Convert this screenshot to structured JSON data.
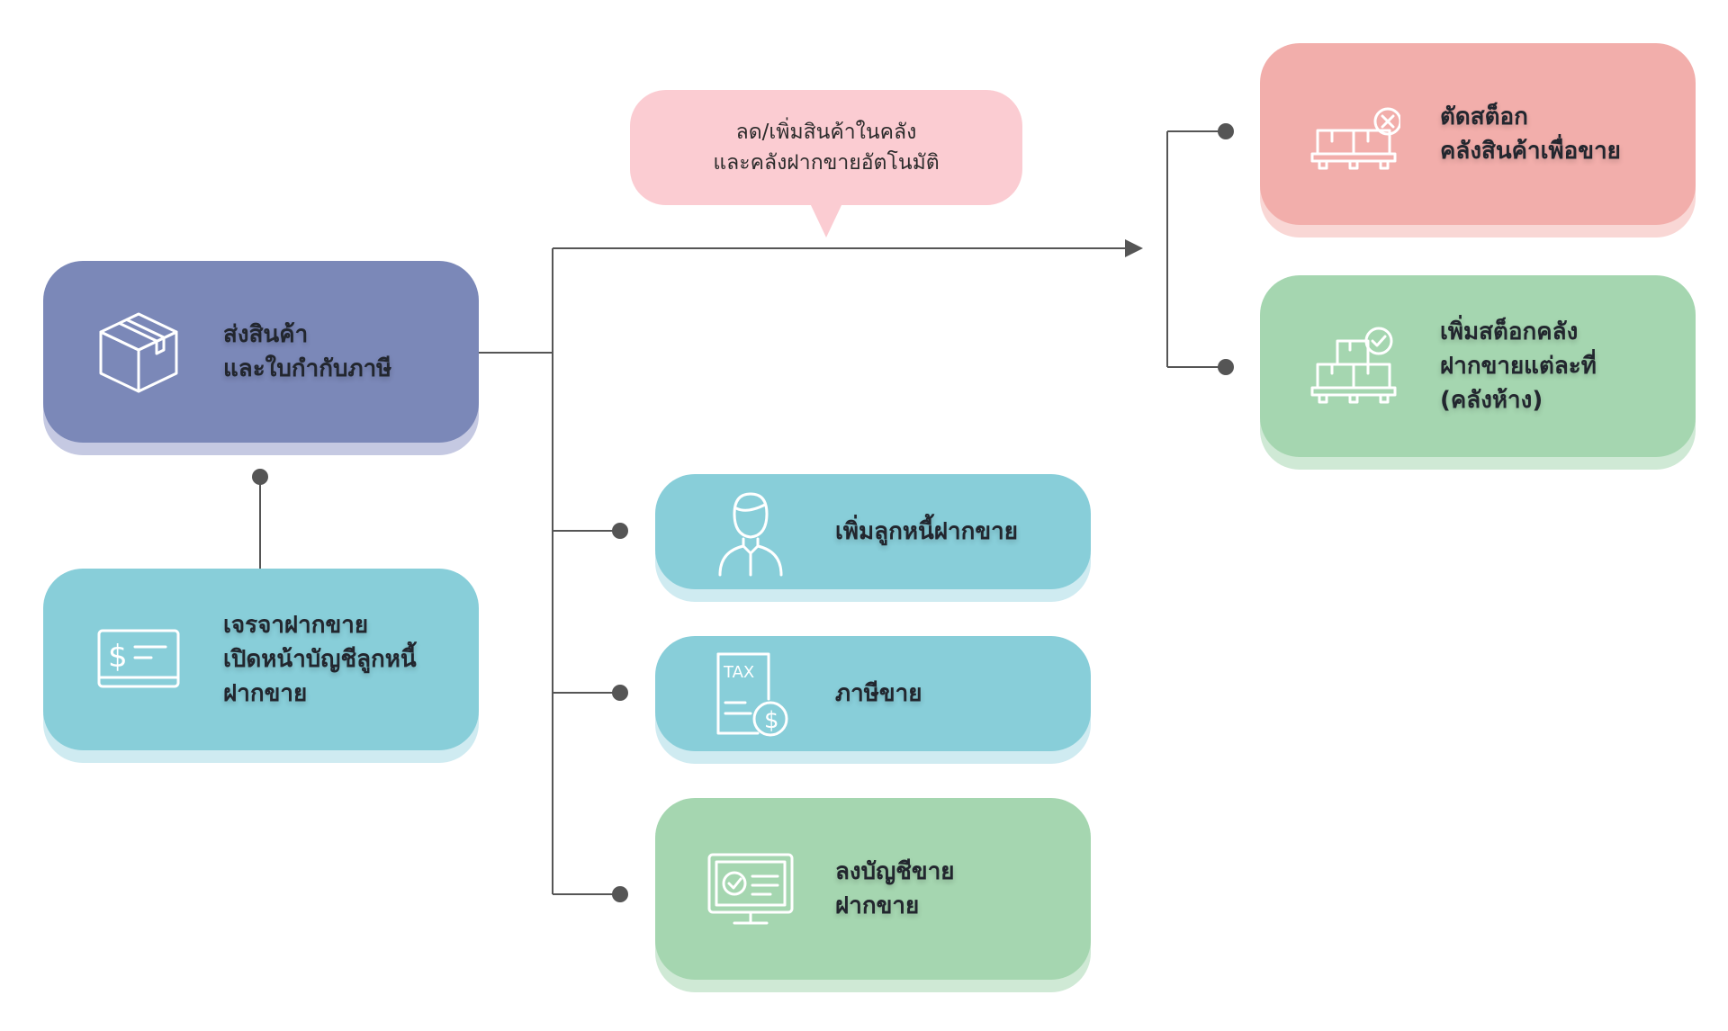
{
  "callout": {
    "text": "ลด/เพิ่มสินค้าในคลัง\nและคลังฝากขายอัตโนมัติ"
  },
  "nodes": {
    "ship": {
      "text": "ส่งสินค้า\nและใบกำกับภาษี",
      "icon": "box-icon",
      "color": "#7b88b8"
    },
    "negotiate": {
      "text": "เจรจาฝากขาย\nเปิดหน้าบัญชีลูกหนี้\nฝากขาย",
      "icon": "cash-register-icon",
      "color": "#88ced9"
    },
    "debtor": {
      "text": "เพิ่มลูกหนี้ฝากขาย",
      "icon": "person-icon",
      "color": "#88ced9"
    },
    "tax": {
      "text": "ภาษีขาย",
      "icon": "tax-document-icon",
      "color": "#88ced9"
    },
    "ledger": {
      "text": "ลงบัญชีขาย\nฝากขาย",
      "icon": "monitor-check-icon",
      "color": "#a5d6b0"
    },
    "cut_stock": {
      "text": "ตัดสต็อก\nคลังสินค้าเพื่อขาย",
      "icon": "pallet-remove-icon",
      "color": "#f2aeab"
    },
    "add_stock": {
      "text": "เพิ่มสต็อกคลัง\nฝากขายแต่ละที่\n(คลังห้าง)",
      "icon": "pallet-add-icon",
      "color": "#a5d6b0"
    }
  }
}
